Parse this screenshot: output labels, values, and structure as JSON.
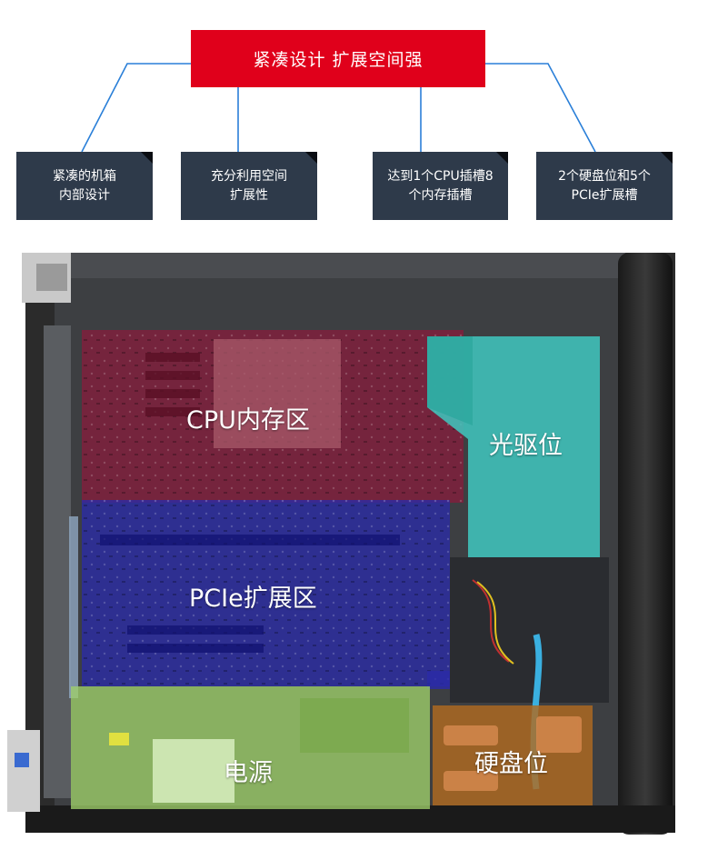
{
  "banner": {
    "title": "紧凑设计 扩展空间强"
  },
  "features": [
    {
      "text": "紧凑的机箱\n内部设计"
    },
    {
      "text": "充分利用空间\n扩展性"
    },
    {
      "text": "达到1个CPU插槽8\n个内存插槽"
    },
    {
      "text": "2个硬盘位和5个\nPCIe扩展槽"
    }
  ],
  "zones": {
    "cpu": "CPU内存区",
    "optical": "光驱位",
    "pcie": "PCIe扩展区",
    "psu": "电源",
    "hdd": "硬盘位"
  },
  "colors": {
    "banner": "#e0001b",
    "feature_box": "#2e3a4a",
    "connector": "#2a7fd8",
    "cpu_zone": "#8a1a3c",
    "pcie_zone": "#2a2aa8",
    "optical_zone": "#3fc8c0",
    "psu_zone": "#9fd06a",
    "hdd_zone": "#b06a20"
  }
}
